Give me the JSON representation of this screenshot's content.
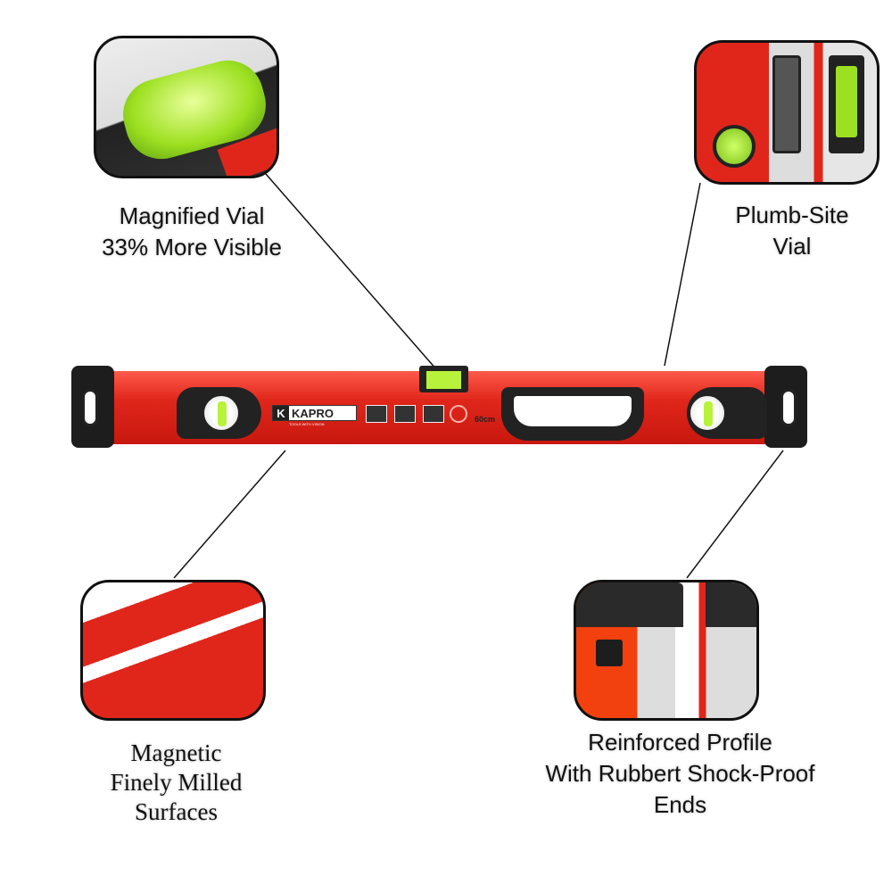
{
  "product": {
    "brand": "KAPRO",
    "tagline": "TOOLS WITH VISION",
    "size_label": "60cm"
  },
  "callouts": [
    {
      "id": "magnified-vial",
      "lines": [
        "Magnified Vial",
        "33% More Visible"
      ]
    },
    {
      "id": "plumb-site-vial",
      "lines": [
        "Plumb-Site",
        "Vial"
      ]
    },
    {
      "id": "magnetic-surfaces",
      "lines": [
        "Magnetic",
        "Finely Milled",
        "Surfaces"
      ]
    },
    {
      "id": "reinforced-profile",
      "lines": [
        "Reinforced Profile",
        "With Rubbert Shock-Proof",
        "Ends"
      ]
    }
  ],
  "colors": {
    "red": "#e0261b",
    "vial_green": "#b9f23a",
    "rubber": "#1d1d1d"
  }
}
